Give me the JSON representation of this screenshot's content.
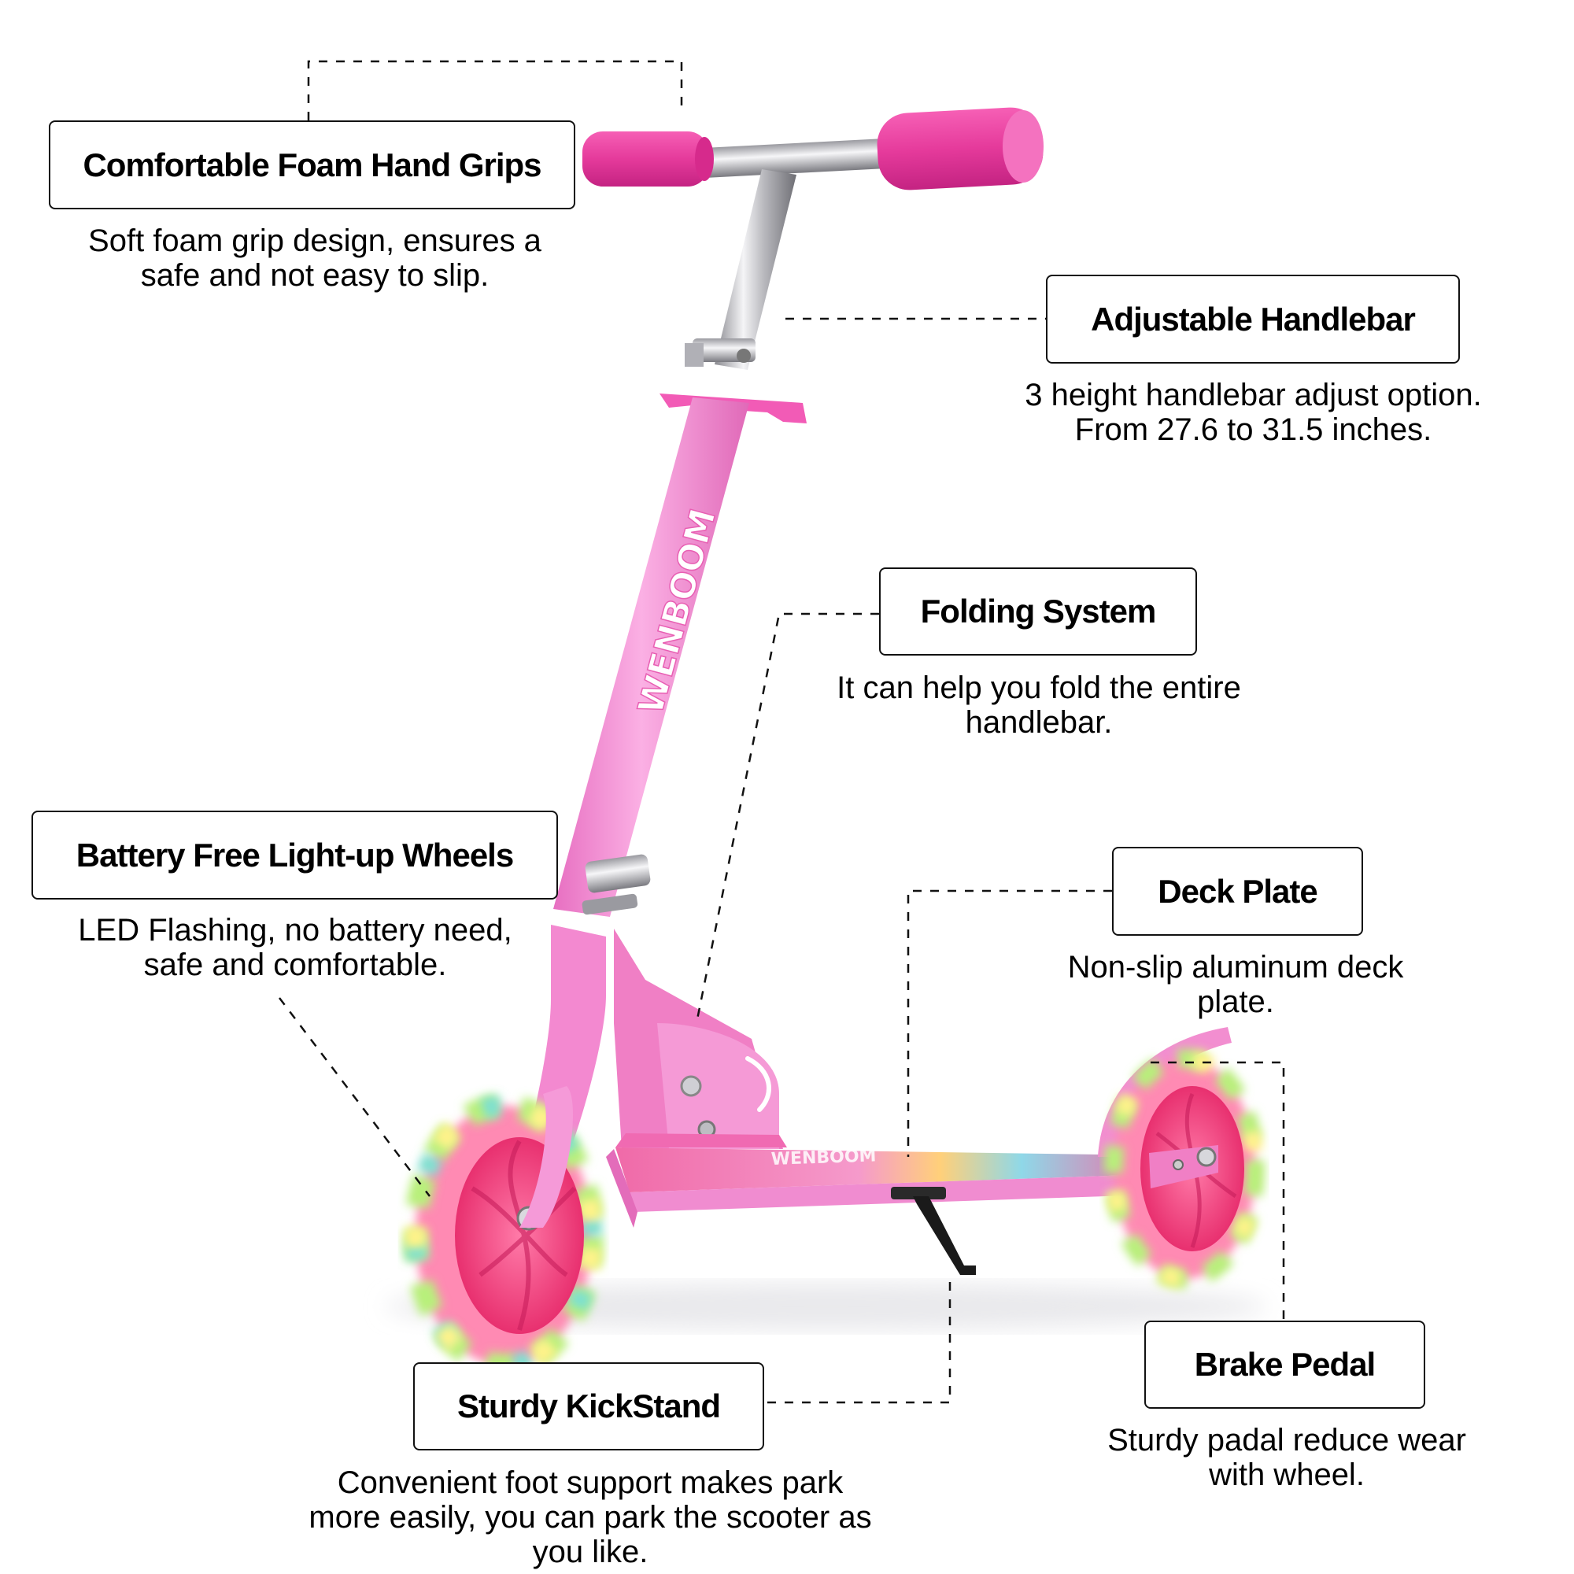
{
  "product": {
    "brand_mark": "WENBOOM",
    "colors": {
      "frame_pink": "#f48fd0",
      "grip_pink": "#e83e9e",
      "chrome": "#c8c8cc",
      "kickstand": "#1a1a1a",
      "wheel_core": "#f2457f"
    }
  },
  "features": [
    {
      "id": "hand-grips",
      "title": "Comfortable Foam Hand Grips",
      "description": [
        "Soft foam grip design, ensures a",
        "safe and not easy to slip."
      ]
    },
    {
      "id": "handlebar",
      "title": "Adjustable Handlebar",
      "description": [
        "3 height handlebar adjust option.",
        "From 27.6 to 31.5 inches."
      ]
    },
    {
      "id": "folding",
      "title": "Folding System",
      "description": [
        "It can help you fold the entire",
        "handlebar."
      ]
    },
    {
      "id": "wheels",
      "title": "Battery Free Light-up Wheels",
      "description": [
        "LED Flashing, no battery need,",
        "safe and comfortable."
      ]
    },
    {
      "id": "deck",
      "title": "Deck Plate",
      "description": [
        "Non-slip aluminum deck",
        "plate."
      ]
    },
    {
      "id": "kickstand",
      "title": "Sturdy KickStand",
      "description": [
        "Convenient foot support makes park",
        "more easily, you can park the scooter as",
        "you like."
      ]
    },
    {
      "id": "brake",
      "title": "Brake Pedal",
      "description": [
        "Sturdy padal reduce wear",
        "with wheel."
      ]
    }
  ]
}
